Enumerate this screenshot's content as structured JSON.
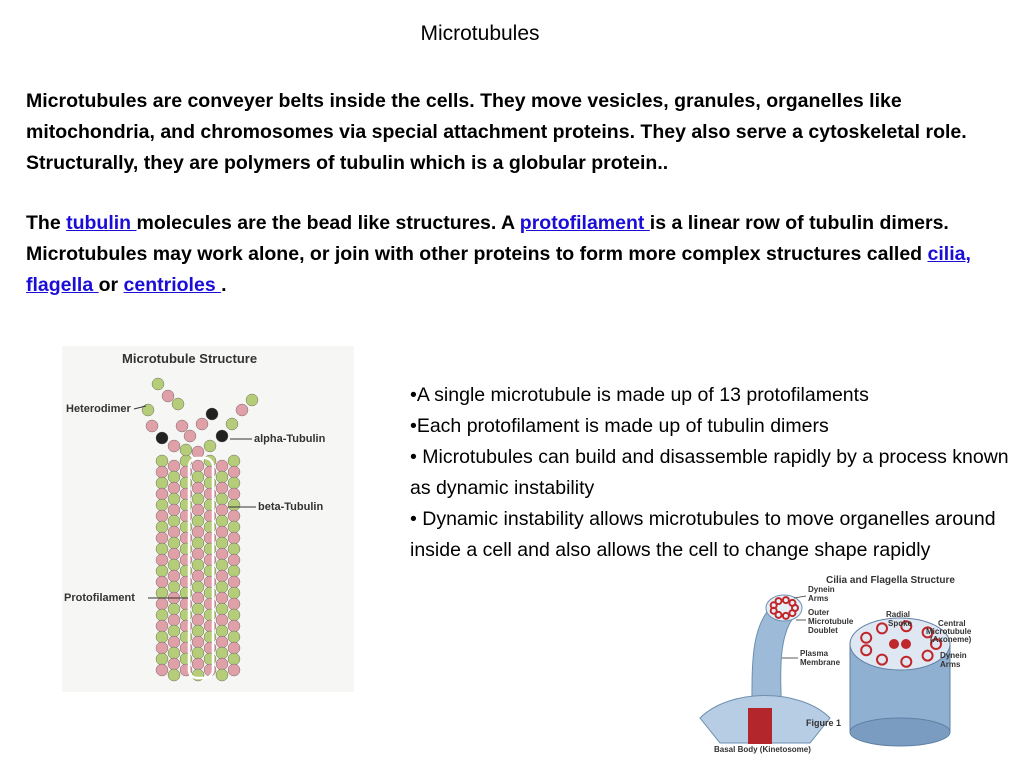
{
  "title": "Microtubules",
  "para1": "Microtubules are conveyer belts inside the cells. They move vesicles, granules, organelles like mitochondria, and chromosomes via special attachment proteins. They also serve a cytoskeletal role. Structurally, they are polymers of tubulin which is a globular protein..",
  "para2": {
    "t1": "The ",
    "link_tubulin": "tubulin ",
    "t2": "molecules are the bead like structures.  A ",
    "link_protofilament": "protofilament ",
    "t3": "is a linear row of tubulin dimers. Microtubules may work alone, or join with other proteins to form more complex structures called ",
    "link_cilia": "cilia, flagella ",
    "t4": "or ",
    "link_centrioles": "centrioles ",
    "t5": "."
  },
  "bullets": [
    "•A single microtubule is made up of 13 protofilaments",
    "•Each protofilament is made up of tubulin dimers",
    "• Microtubules can build and disassemble rapidly by a process known as dynamic instability",
    "• Dynamic instability allows microtubules to move organelles around inside a cell and also allows the cell to change shape rapidly"
  ],
  "figure_left": {
    "title": "Microtubule Structure",
    "labels": {
      "heterodimer": "Heterodimer",
      "alpha": "alpha-Tubulin",
      "beta": "beta-Tubulin",
      "protofilament": "Protofilament"
    }
  },
  "figure_right": {
    "title": "Cilia and Flagella Structure",
    "labels": {
      "dynein1": [
        "Dynein",
        "Arms"
      ],
      "outer": [
        "Outer",
        "Microtubule",
        "Doublet"
      ],
      "plasma": [
        "Plasma",
        "Membrane"
      ],
      "radial": [
        "Radial",
        "Spoke"
      ],
      "central": [
        "Central",
        "Microtubule",
        "(Axoneme)"
      ],
      "dynein2": [
        "Dynein",
        "Arms"
      ],
      "figure": "Figure 1",
      "basal": "Basal Body (Kinetosome)"
    }
  },
  "colors": {
    "link": "#1a0dd8",
    "alpha_tubulin": "#b5cc78",
    "beta_tubulin": "#e0a0a8",
    "cilia_blue": "#8fb0d0",
    "cilia_red": "#c0262a"
  }
}
